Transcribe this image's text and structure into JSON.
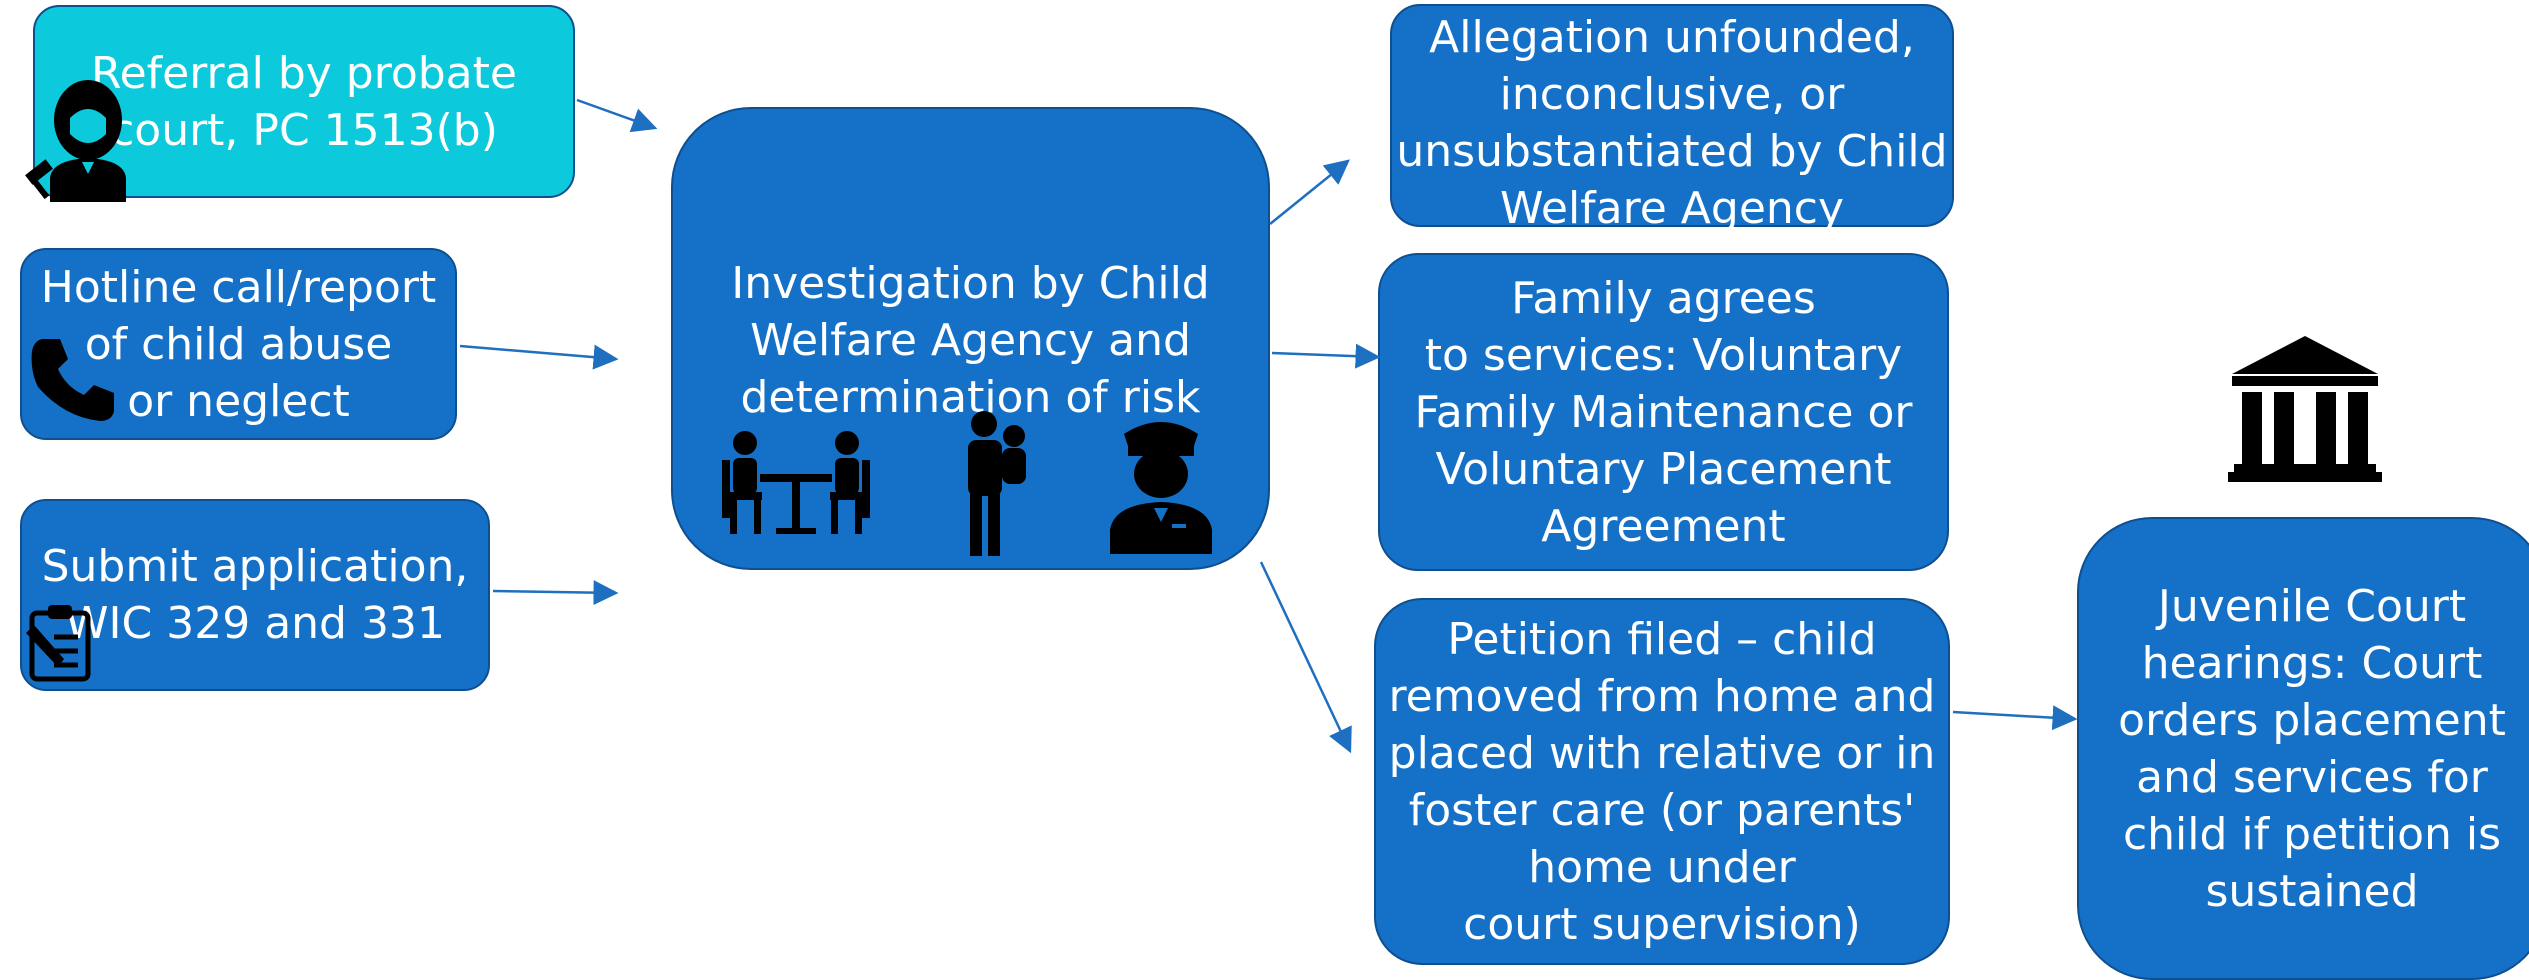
{
  "nodes": {
    "referral": "Referral by probate\ncourt, PC 1513(b)",
    "hotline": "Hotline call/report\nof child abuse\nor  neglect",
    "application": "Submit application,\nWIC 329 and 331",
    "investigation": "Investigation by Child\nWelfare Agency and\ndetermination of risk",
    "unfounded": "Allegation unfounded,\ninconclusive, or\nunsubstantiated by Child\nWelfare Agency",
    "voluntary": "Family agrees\nto  services: Voluntary\nFamily Maintenance or\nVoluntary Placement\nAgreement",
    "petition": "Petition filed – child\nremoved from home and\nplaced with relative or in\nfoster care (or parents'\nhome under\ncourt supervision)",
    "juvenile": "Juvenile Court\nhearings: Court\norders placement\nand services for\nchild if petition is\nsustained"
  },
  "colors": {
    "box_blue": "#1570c7",
    "box_cyan": "#0dc9dc",
    "arrow": "#1f6fc0",
    "icon": "#000000"
  },
  "icons": {
    "referral": "judge-icon",
    "hotline": "phone-icon",
    "application": "clipboard-icon",
    "investigation": [
      "meeting-icon",
      "parent-child-icon",
      "officer-icon"
    ],
    "court": "courthouse-icon"
  }
}
